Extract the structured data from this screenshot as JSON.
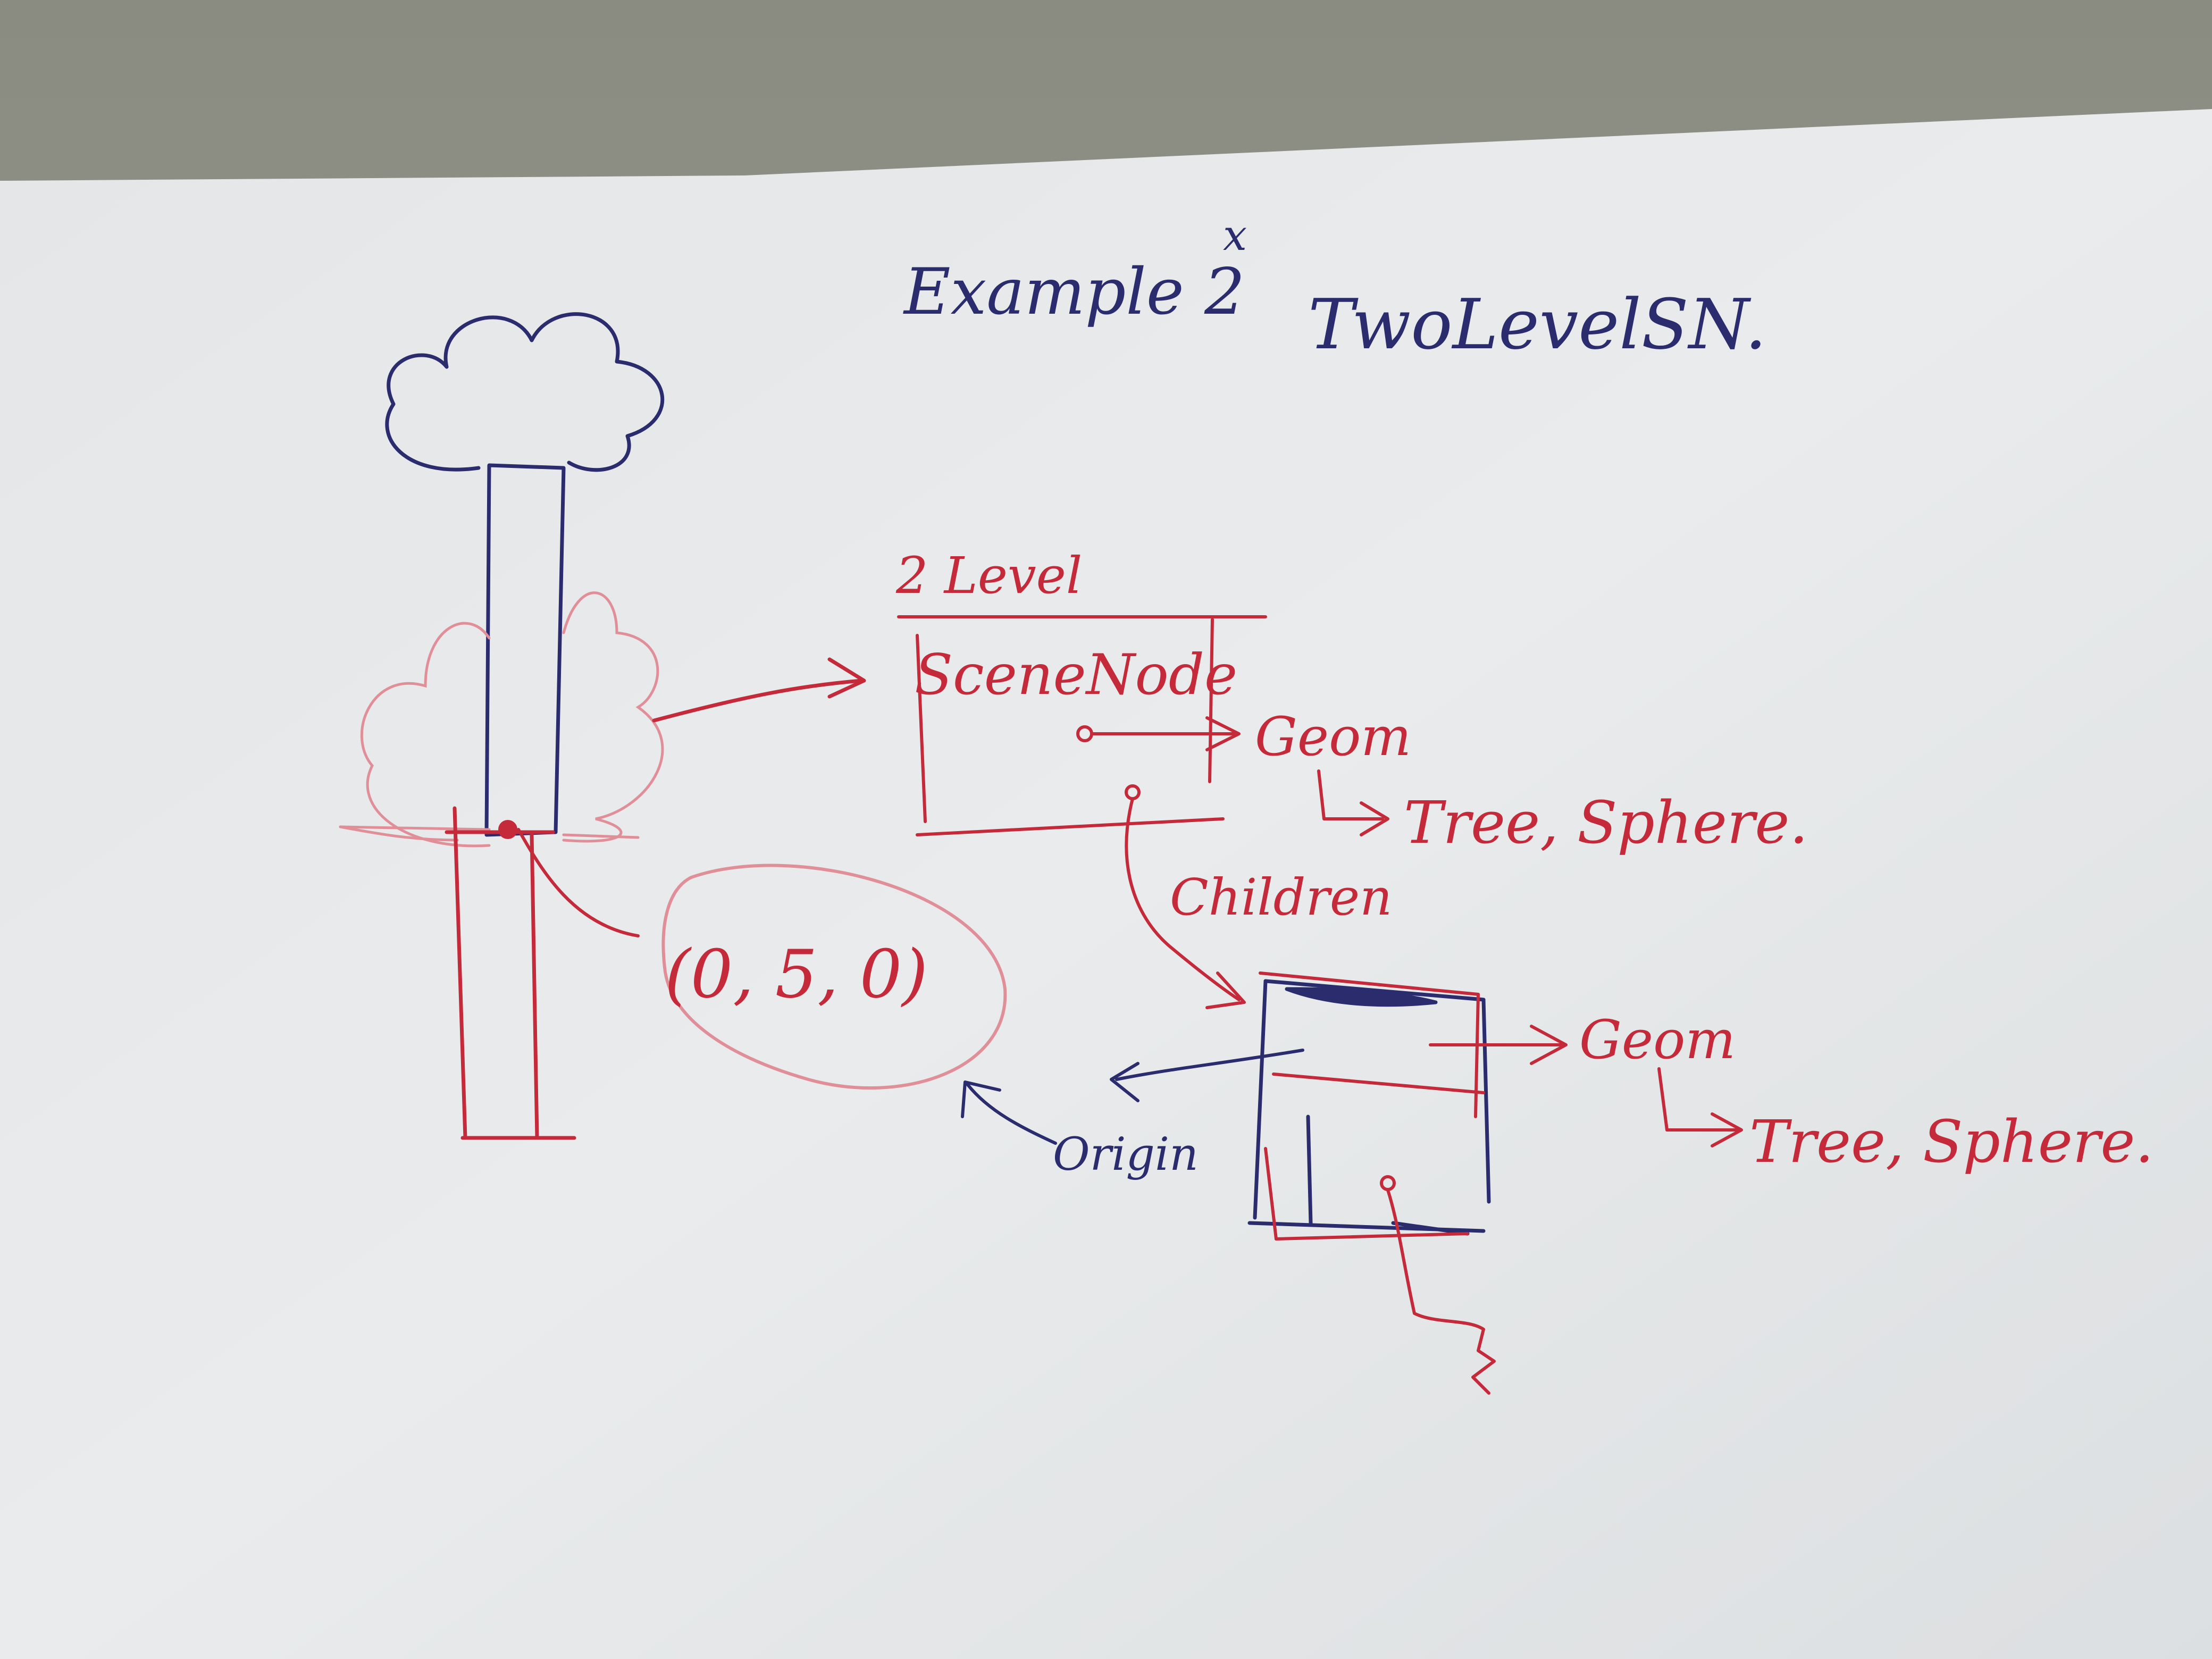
{
  "title": {
    "example": "Example 2",
    "mark": "x",
    "name": "TwoLevelSN."
  },
  "scene_node": {
    "heading": "2 Level",
    "label": "SceneNode",
    "geom": "Geom",
    "geom_types": "Tree, Sphere."
  },
  "children_label": "Children",
  "origin_value": "(0, 5, 0)",
  "origin_label": "Origin",
  "child_node": {
    "geom": "Geom",
    "geom_types": "Tree, Sphere."
  },
  "colors": {
    "paper": "#e6e8ea",
    "blue_ink": "#2a2c6e",
    "red_ink": "#c42a3a",
    "faint_red": "#e08f98"
  }
}
